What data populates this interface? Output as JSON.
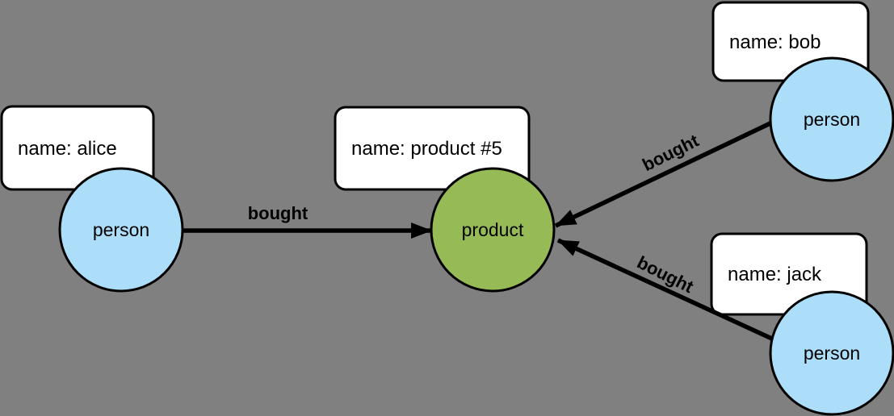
{
  "colors": {
    "background": "#808080",
    "person_fill": "#ACDEFA",
    "product_fill": "#96BA55",
    "box_fill": "#FFFFFF",
    "edge_color": "#000000"
  },
  "nodes": {
    "alice": {
      "label": "person"
    },
    "bob": {
      "label": "person"
    },
    "jack": {
      "label": "person"
    },
    "product": {
      "label": "product"
    }
  },
  "properties": {
    "alice": {
      "text": "name: alice"
    },
    "bob": {
      "text": "name: bob"
    },
    "jack": {
      "text": "name: jack"
    },
    "product": {
      "text": "name: product #5"
    }
  },
  "edges": {
    "alice_product": {
      "label": "bought"
    },
    "bob_product": {
      "label": "bought"
    },
    "jack_product": {
      "label": "bought"
    }
  }
}
